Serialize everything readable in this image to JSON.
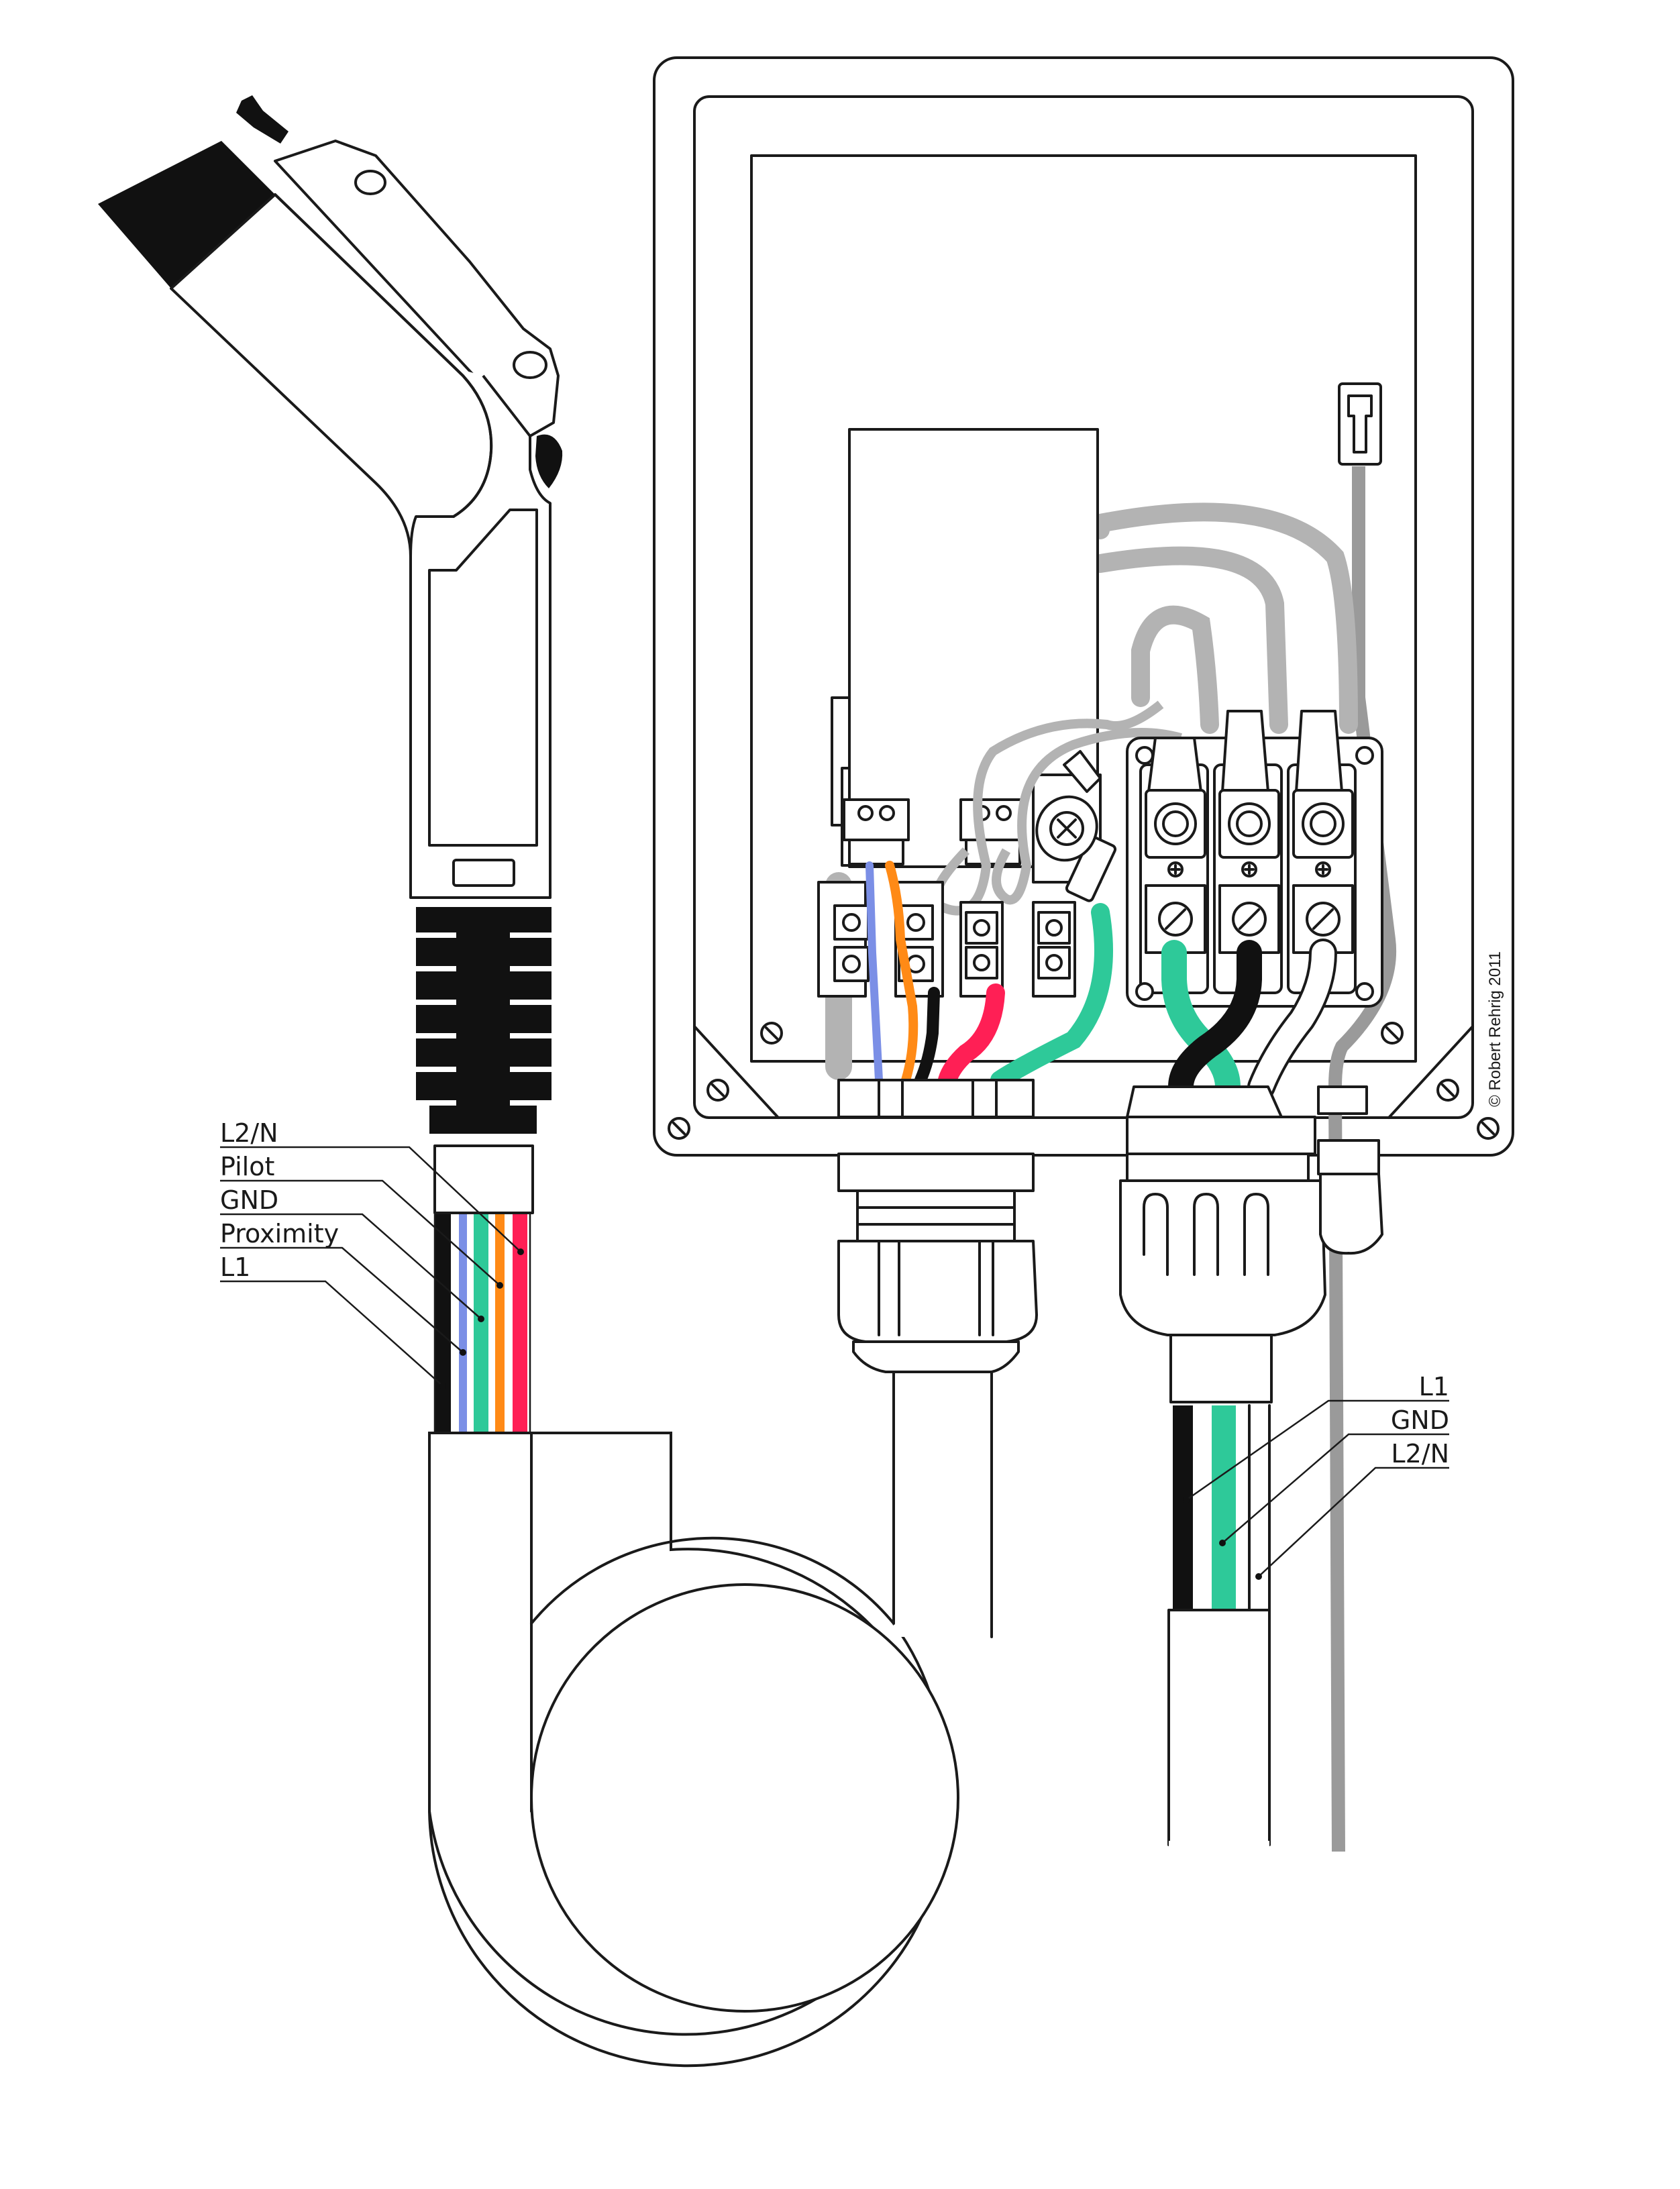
{
  "colors": {
    "black": "#111111",
    "white": "#ffffff",
    "outline": "#1a1a1a",
    "gray_wire": "#b3b3b3",
    "green": "#2ec999",
    "red": "#ff1f55",
    "orange": "#ff8a16",
    "blue": "#7b8fe6",
    "rj_cable": "#9a9a9a"
  },
  "left_labels": {
    "l2n": "L2/N",
    "pilot": "Pilot",
    "gnd": "GND",
    "proximity": "Proximity",
    "l1": "L1"
  },
  "right_labels": {
    "l1": "L1",
    "gnd": "GND",
    "l2n": "L2/N"
  },
  "credit": "© Robert Rehrig 2011",
  "icons": {
    "screw": "cross-screw-icon",
    "ground": "ground-plus-icon",
    "connector": "ev-j1772-connector-icon",
    "rj_jack": "rj-jack-icon"
  }
}
